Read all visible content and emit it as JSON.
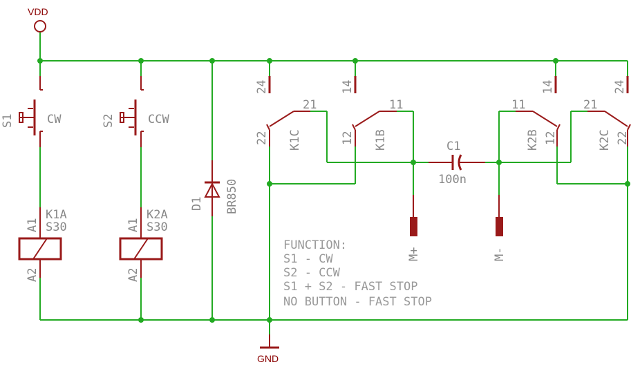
{
  "power": {
    "vdd": "VDD",
    "gnd": "GND"
  },
  "switches": [
    {
      "ref": "S1",
      "value": "CW"
    },
    {
      "ref": "S2",
      "value": "CCW"
    }
  ],
  "coils": [
    {
      "ref": "K1A",
      "value": "S30",
      "pin_top": "A1",
      "pin_bottom": "A2"
    },
    {
      "ref": "K2A",
      "value": "S30",
      "pin_top": "A1",
      "pin_bottom": "A2"
    }
  ],
  "diode": {
    "ref": "D1",
    "value": "BR850"
  },
  "contacts": [
    {
      "ref": "K1C",
      "pins": {
        "no": "24",
        "com": "21",
        "nc": "22"
      }
    },
    {
      "ref": "K1B",
      "pins": {
        "no": "14",
        "com": "11",
        "nc": "12"
      }
    },
    {
      "ref": "K2B",
      "pins": {
        "no": "14",
        "com": "11",
        "nc": "12"
      }
    },
    {
      "ref": "K2C",
      "pins": {
        "no": "24",
        "com": "21",
        "nc": "22"
      }
    }
  ],
  "capacitor": {
    "ref": "C1",
    "value": "100n"
  },
  "motor_terminals": {
    "plus": "M+",
    "minus": "M-"
  },
  "function_notes": [
    "FUNCTION:",
    "S1 - CW",
    "S2 - CCW",
    "S1 + S2 - FAST STOP",
    "NO BUTTON - FAST STOP"
  ],
  "colors": {
    "wire": "#22aa22",
    "part": "#9a1a1a",
    "label": "#888888",
    "net_label": "#8a0000"
  }
}
